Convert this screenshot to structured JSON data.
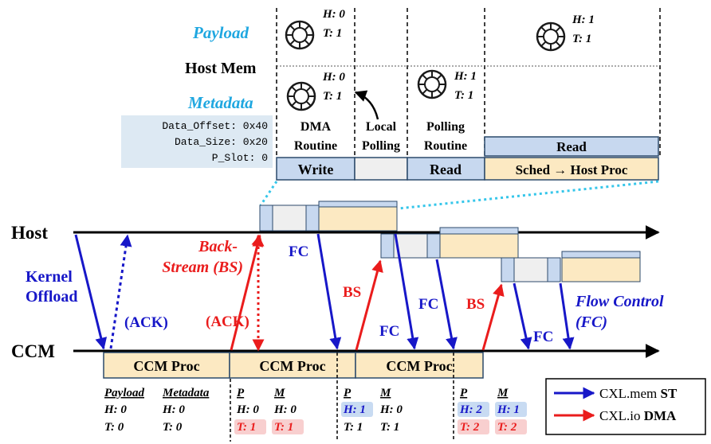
{
  "colors": {
    "blue": "#1717c8",
    "red": "#ea1c1c",
    "cyan": "#1fa7e0",
    "cyan_dotted": "#36c6ea",
    "box_blue": "#c7d8ef",
    "box_tan": "#fce9c2",
    "box_gray": "#efefef",
    "box_border": "#2c4a6b",
    "ring_border": "#1a1a1a",
    "meta_bg": "#dde9f3",
    "highlight_blue": "#c8dbf2",
    "highlight_red": "#f8cfcf"
  },
  "top": {
    "payload_label": "Payload",
    "hostmem_label": "Host Mem",
    "metadata_label": "Metadata",
    "meta_fields": [
      "Data_Offset: 0x40",
      "Data_Size: 0x20",
      "P_Slot: 0"
    ],
    "rings": {
      "p1": [
        "H: 0",
        "T: 1"
      ],
      "p2": [
        "H: 1",
        "T: 1"
      ],
      "m1": [
        "H: 0",
        "T: 1"
      ],
      "m2": [
        "H: 1",
        "T: 1"
      ]
    },
    "routines": {
      "dma": [
        "DMA",
        "Routine"
      ],
      "local": [
        "Local",
        "Polling"
      ],
      "polling": [
        "Polling",
        "Routine"
      ],
      "read_top": "Read"
    },
    "bar_labels": {
      "write": "Write",
      "read": "Read",
      "sched": "Sched → Host Proc"
    }
  },
  "timeline": {
    "host_label": "Host",
    "ccm_label": "CCM",
    "kernel_offload": [
      "Kernel",
      "Offload"
    ],
    "ack_blue": "(ACK)",
    "ack_red": "(ACK)",
    "back_stream": [
      "Back-",
      "Stream (BS)"
    ],
    "fc": "FC",
    "bs": "BS",
    "flow_control": [
      "Flow Control",
      "(FC)"
    ],
    "ccm_proc": "CCM Proc"
  },
  "states": [
    {
      "p_head": "Payload",
      "m_head": "Metadata",
      "p": [
        "H: 0",
        "T: 0"
      ],
      "m": [
        "H: 0",
        "T: 0"
      ]
    },
    {
      "p_head": "P",
      "m_head": "M",
      "p": [
        "H: 0",
        "T: 1"
      ],
      "m": [
        "H: 0",
        "T: 1"
      ]
    },
    {
      "p_head": "P",
      "m_head": "M",
      "p": [
        "H: 1",
        "T: 1"
      ],
      "m": [
        "H: 0",
        "T: 1"
      ]
    },
    {
      "p_head": "P",
      "m_head": "M",
      "p": [
        "H: 2",
        "T: 2"
      ],
      "m": [
        "H: 1",
        "T: 2"
      ]
    }
  ],
  "legend": {
    "st_prefix": "CXL.mem ",
    "st_bold": "ST",
    "dma_prefix": "CXL.io ",
    "dma_bold": "DMA"
  }
}
